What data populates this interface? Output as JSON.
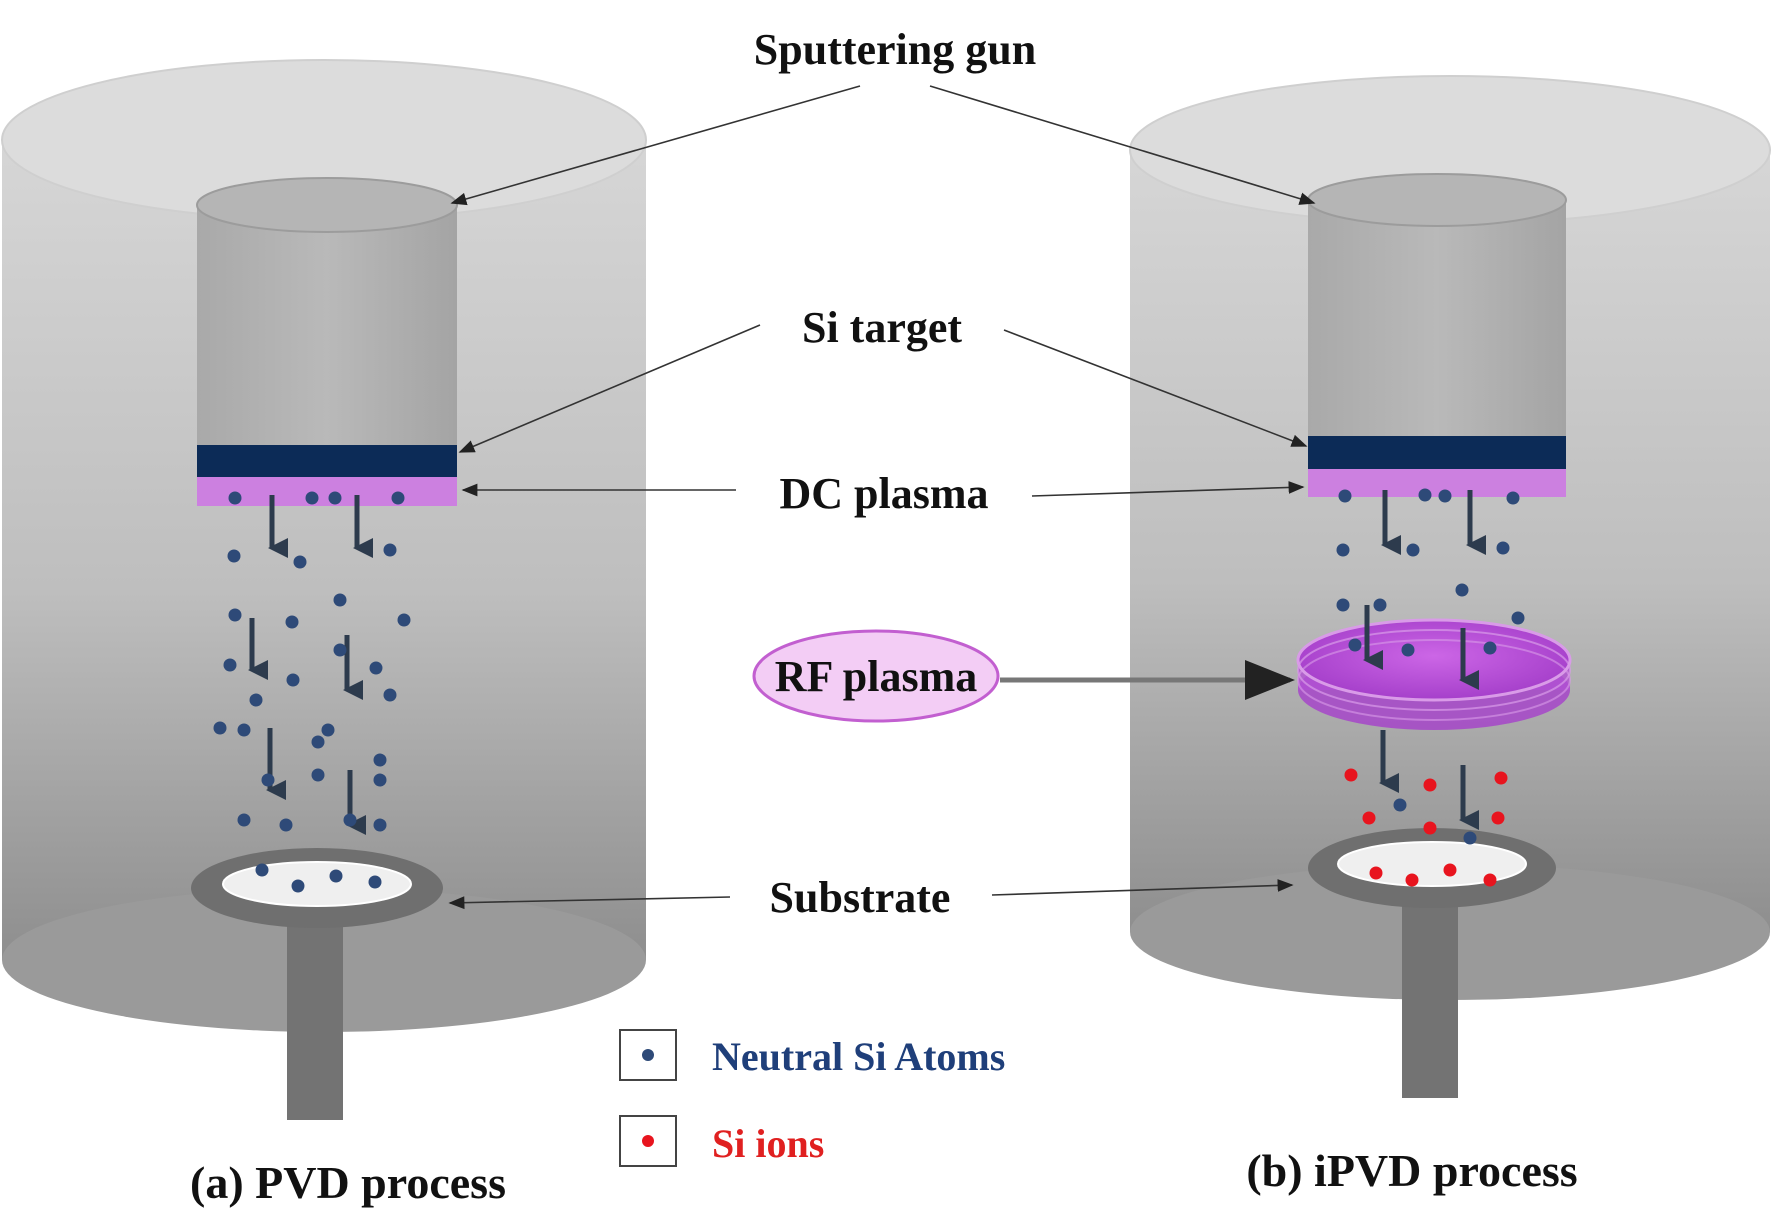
{
  "labels": {
    "sputtering_gun": "Sputtering gun",
    "si_target": "Si target",
    "dc_plasma": "DC plasma",
    "rf_plasma": "RF plasma",
    "substrate": "Substrate"
  },
  "legend": {
    "neutral": "Neutral Si Atoms",
    "ion": "Si ions"
  },
  "captions": {
    "a": "(a) PVD process",
    "b": "(b) iPVD process"
  },
  "colors": {
    "neutral_atom": "#2e4a78",
    "si_ion": "#e8141e",
    "si_target": "#0c2b57",
    "dc_plasma": "#cc80e0",
    "rf_plasma": "#b44fd8"
  }
}
